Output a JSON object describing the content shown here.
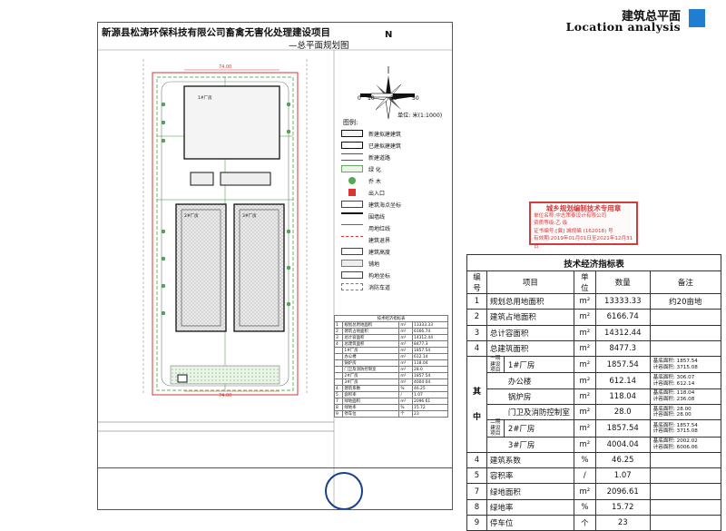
{
  "header": {
    "title": "建筑总平面",
    "subtitle": "Location analysis",
    "accent_color": "#1f7ed0"
  },
  "drawing": {
    "project_title": "新源县松涛环保科技有限公司畜禽无害化处理建设项目",
    "project_subtitle": "—总平面规划图",
    "north_label": "N",
    "scale_ticks": [
      "0",
      "10",
      "30",
      "50"
    ],
    "scale_unit": "单位: 米(1:1000)",
    "dimension_top": "74.00",
    "dimension_bottom": "74.00",
    "building_labels": [
      "1#厂房",
      "2#厂房",
      "3#厂房"
    ],
    "legend_title": "图例:",
    "legend": [
      "新建拟建建筑",
      "已建拟建建筑",
      "新建道路",
      "绿  化",
      "乔  木",
      "出入口",
      "建筑海点坐标",
      "围墙线",
      "用地红线",
      "建筑退界",
      "建筑高度",
      "铺地",
      "构地坐标",
      "消防车道"
    ],
    "mini_table_title": "技术经济指标表",
    "mini_table_rows": [
      [
        "1",
        "规划总用地面积",
        "m²",
        "13333.33"
      ],
      [
        "2",
        "建筑占地面积",
        "m²",
        "6166.74"
      ],
      [
        "3",
        "总计容面积",
        "m²",
        "14312.44"
      ],
      [
        "4",
        "总建筑面积",
        "m²",
        "8477.3"
      ],
      [
        "",
        "1#厂房",
        "m²",
        "1857.54"
      ],
      [
        "",
        "办公楼",
        "m²",
        "612.14"
      ],
      [
        "",
        "锅炉房",
        "m²",
        "118.04"
      ],
      [
        "",
        "门卫及消防控制室",
        "m²",
        "28.0"
      ],
      [
        "",
        "2#厂房",
        "m²",
        "1857.54"
      ],
      [
        "",
        "3#厂房",
        "m²",
        "4004.04"
      ],
      [
        "4",
        "建筑系数",
        "%",
        "46.25"
      ],
      [
        "5",
        "容积率",
        "/",
        "1.07"
      ],
      [
        "7",
        "绿地面积",
        "m²",
        "2096.61"
      ],
      [
        "8",
        "绿地率",
        "%",
        "15.72"
      ],
      [
        "9",
        "停车位",
        "个",
        "23"
      ]
    ]
  },
  "stamp": {
    "title": "城乡规划编制技术专用章",
    "lines": [
      "单位名称:中志策泰设计有限公司",
      "资质等级:乙 级",
      "证书编号:[冀] 城规编 (162018) 号",
      "有效期:2019年01月01日至2021年12月31日"
    ],
    "color": "#d13c3c"
  },
  "econ_table": {
    "title": "技术经济指标表",
    "headers": [
      "编号",
      "项目",
      "单位",
      "数量",
      "备注"
    ],
    "rows_top": [
      {
        "no": "1",
        "item": "规划总用地面积",
        "unit": "m²",
        "qty": "13333.33",
        "note": "约20亩地"
      },
      {
        "no": "2",
        "item": "建筑占地面积",
        "unit": "m²",
        "qty": "6166.74",
        "note": ""
      },
      {
        "no": "3",
        "item": "总计容面积",
        "unit": "m²",
        "qty": "14312.44",
        "note": ""
      },
      {
        "no": "4",
        "item": "总建筑面积",
        "unit": "m²",
        "qty": "8477.3",
        "note": ""
      }
    ],
    "group_label_1": "其",
    "group_label_2": "中",
    "phase1_label": "一期建设项目",
    "phase2_label": "二期建设项目",
    "sub_rows": [
      {
        "item": "1#厂房",
        "unit": "m²",
        "qty": "1857.54",
        "note1": "基底面积: 1857.54",
        "note2": "计容面积: 3715.08"
      },
      {
        "item": "办公楼",
        "unit": "m²",
        "qty": "612.14",
        "note1": "基底面积: 306.07",
        "note2": "计容面积: 612.14"
      },
      {
        "item": "锅炉房",
        "unit": "m²",
        "qty": "118.04",
        "note1": "基底面积: 118.04",
        "note2": "计容面积: 236.08"
      },
      {
        "item": "门卫及消防控制室",
        "unit": "m²",
        "qty": "28.0",
        "note1": "基底面积: 28.00",
        "note2": "计容面积: 28.00"
      },
      {
        "item": "2#厂房",
        "unit": "m²",
        "qty": "1857.54",
        "note1": "基底面积: 1857.54",
        "note2": "计容面积: 3715.08"
      },
      {
        "item": "3#厂房",
        "unit": "m²",
        "qty": "4004.04",
        "note1": "基底面积: 2002.02",
        "note2": "计容面积: 6006.06"
      }
    ],
    "rows_bottom": [
      {
        "no": "4",
        "item": "建筑系数",
        "unit": "%",
        "qty": "46.25",
        "note": ""
      },
      {
        "no": "5",
        "item": "容积率",
        "unit": "/",
        "qty": "1.07",
        "note": ""
      },
      {
        "no": "7",
        "item": "绿地面积",
        "unit": "m²",
        "qty": "2096.61",
        "note": ""
      },
      {
        "no": "8",
        "item": "绿地率",
        "unit": "%",
        "qty": "15.72",
        "note": ""
      },
      {
        "no": "9",
        "item": "停车位",
        "unit": "个",
        "qty": "23",
        "note": ""
      }
    ]
  }
}
